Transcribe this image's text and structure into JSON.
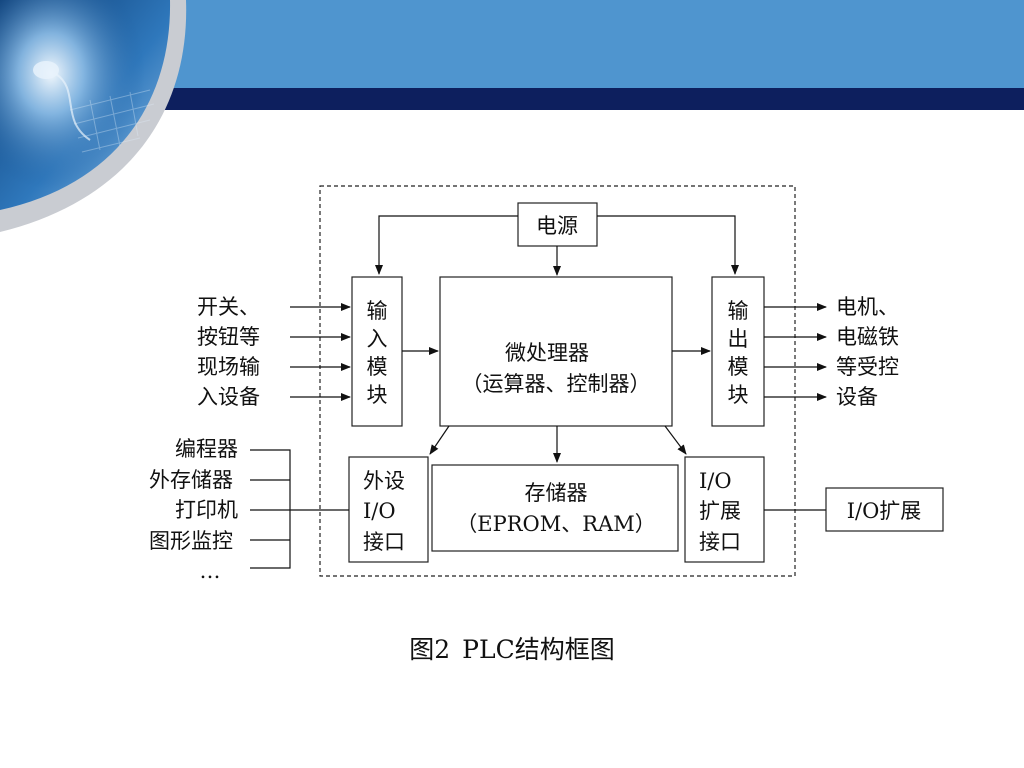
{
  "colors": {
    "banner_blue": "#4f95cf",
    "banner_navy": "#0d1f5e",
    "box_stroke": "#222222",
    "text": "#111111"
  },
  "diagram": {
    "power": "电源",
    "cpu": {
      "line1": "微处理器",
      "line2": "（运算器、控制器）"
    },
    "input_module": [
      "输",
      "入",
      "模",
      "块"
    ],
    "output_module": [
      "输",
      "出",
      "模",
      "块"
    ],
    "memory": {
      "line1": "存储器",
      "line2": "（EPROM、RAM）"
    },
    "peripheral_io": [
      "外设",
      "I/O",
      "接口"
    ],
    "expansion_io": [
      "I/O",
      "扩展",
      "接口"
    ],
    "io_expansion": "I/O扩展",
    "left_inputs": [
      "开关、",
      "按钮等",
      "现场输",
      "入设备"
    ],
    "right_outputs": [
      "电机、",
      "电磁铁",
      "等受控",
      "设备"
    ],
    "peripherals": [
      "编程器",
      "外存储器",
      "打印机",
      "图形监控",
      "…"
    ]
  },
  "caption": {
    "figure": "图2",
    "title": "PLC结构框图"
  }
}
